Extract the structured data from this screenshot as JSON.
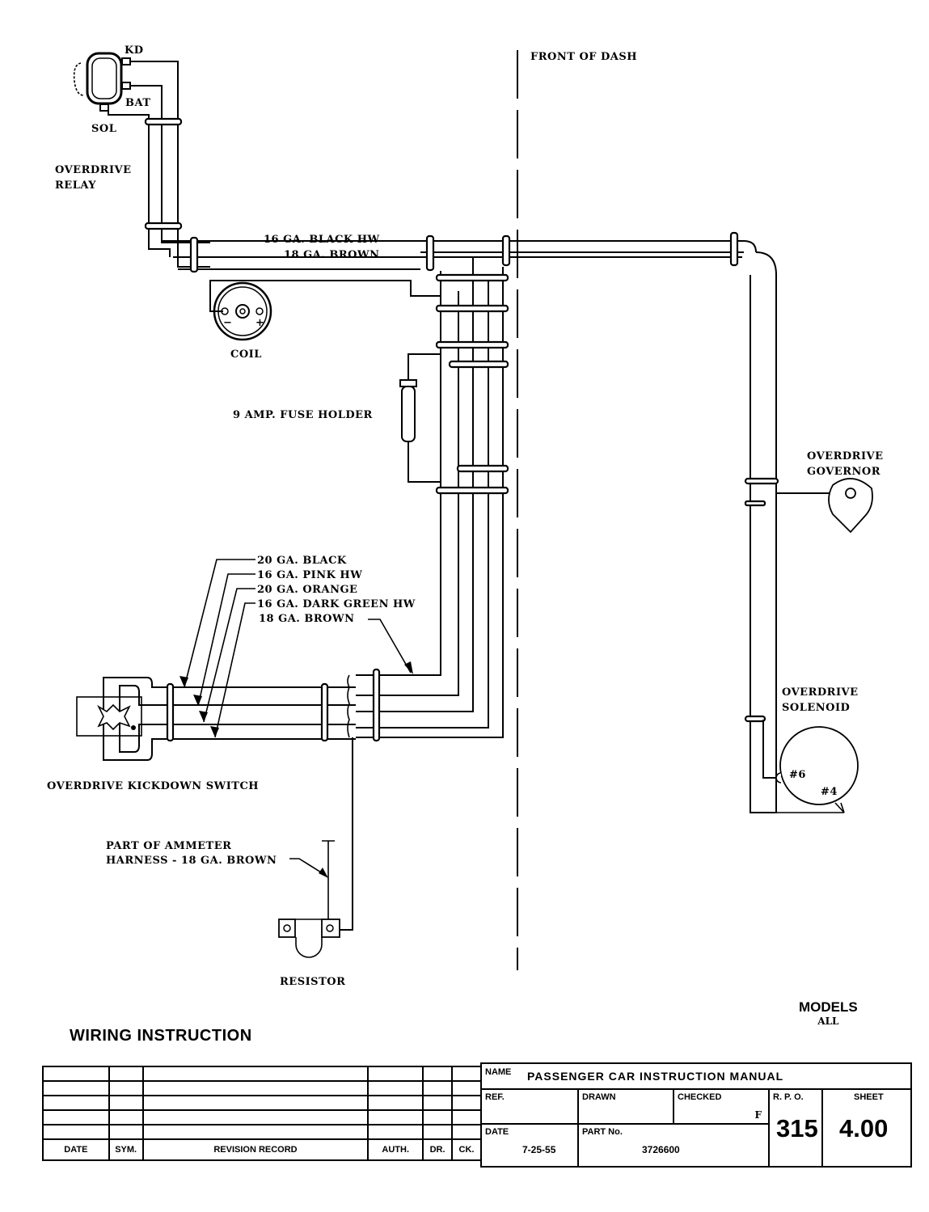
{
  "document": {
    "title": "WIRING INSTRUCTION",
    "models_label": "MODELS",
    "models_value": "ALL"
  },
  "diagram": {
    "front_of_dash": "FRONT OF DASH",
    "relay": {
      "name_line1": "OVERDRIVE",
      "name_line2": "RELAY",
      "terminals": [
        "KD",
        "BAT",
        "SOL"
      ]
    },
    "top_harness_wires": [
      "16 GA. BLACK HW",
      "18 GA. BROWN"
    ],
    "coil": {
      "label": "COIL",
      "minus": "−",
      "plus": "+"
    },
    "fuse_holder": "9 AMP. FUSE HOLDER",
    "governor": {
      "line1": "OVERDRIVE",
      "line2": "GOVERNOR"
    },
    "solenoid": {
      "line1": "OVERDRIVE",
      "line2": "SOLENOID",
      "terminals": [
        "#6",
        "#4"
      ]
    },
    "kickdown_wires": [
      "20 GA. BLACK",
      "16 GA. PINK HW",
      "20 GA. ORANGE",
      "16 GA. DARK GREEN HW",
      "18 GA. BROWN"
    ],
    "kickdown_switch": "OVERDRIVE KICKDOWN SWITCH",
    "ammeter": {
      "line1": "PART OF AMMETER",
      "line2": "HARNESS - 18 GA. BROWN"
    },
    "resistor": "RESISTOR"
  },
  "revision_table": {
    "headers": [
      "DATE",
      "SYM.",
      "REVISION RECORD",
      "AUTH.",
      "DR.",
      "CK."
    ],
    "empty_rows": 5
  },
  "title_block": {
    "name_label": "NAME",
    "name_value": "PASSENGER CAR INSTRUCTION MANUAL",
    "ref_label": "REF.",
    "drawn_label": "DRAWN",
    "checked_label": "CHECKED",
    "checked_value": "F",
    "rpo_label": "R. P. O.",
    "rpo_value": "315",
    "sheet_label": "SHEET",
    "sheet_value": "4.00",
    "date_label": "DATE",
    "date_value": "7-25-55",
    "part_label": "PART No.",
    "part_value": "3726600"
  }
}
